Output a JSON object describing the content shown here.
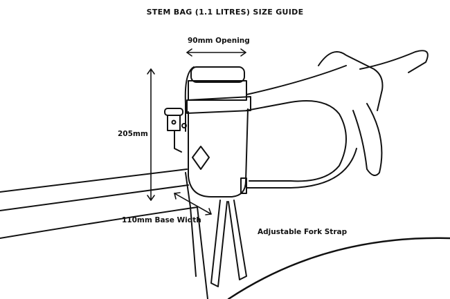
{
  "title": "STEM BAG (1.1 LITRES) SIZE GUIDE",
  "labels": {
    "opening": "90mm Opening",
    "height": "205mm",
    "base": "110mm Base Width",
    "strap": "Adjustable Fork Strap"
  },
  "colors": {
    "line": "#111111",
    "background": "#ffffff"
  }
}
